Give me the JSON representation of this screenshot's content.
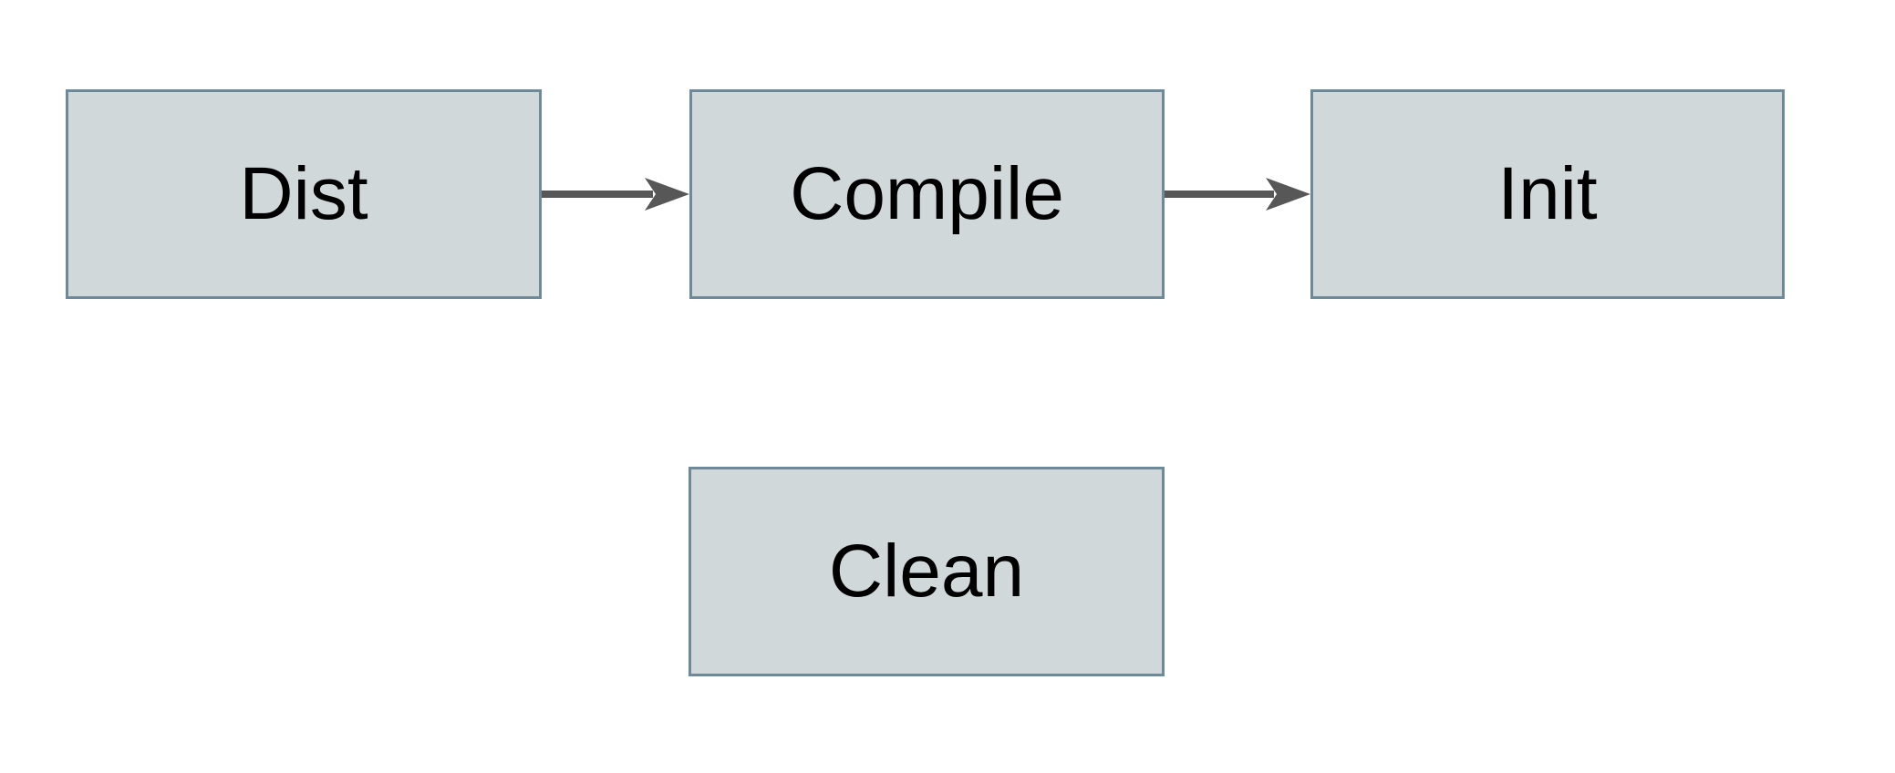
{
  "diagram": {
    "title": "",
    "nodes": [
      {
        "id": "dist",
        "label": "Dist"
      },
      {
        "id": "compile",
        "label": "Compile"
      },
      {
        "id": "init",
        "label": "Init"
      },
      {
        "id": "clean",
        "label": "Clean"
      }
    ],
    "edges": [
      {
        "from": "dist",
        "to": "compile",
        "direction": "right"
      },
      {
        "from": "compile",
        "to": "init",
        "direction": "right"
      }
    ],
    "colors": {
      "node_fill": "#d1d8da",
      "node_border": "#6e8a98",
      "arrow": "#575757",
      "label_text": "#000000",
      "background": "#ffffff"
    }
  }
}
